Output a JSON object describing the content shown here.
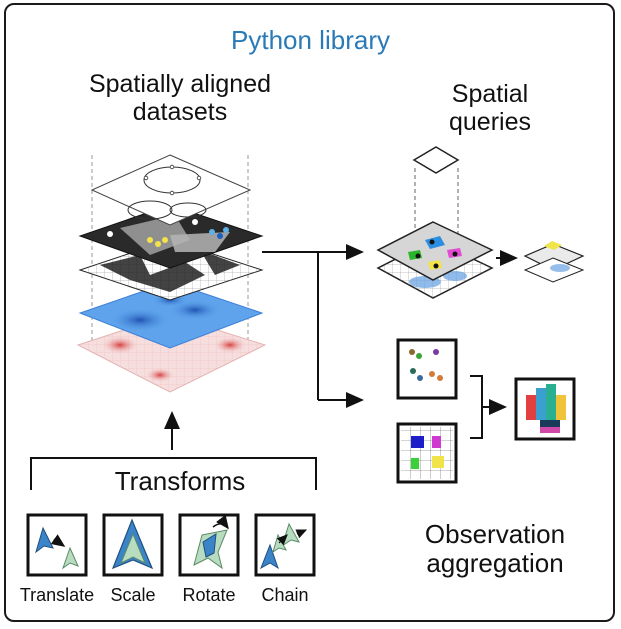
{
  "header": {
    "title": "Python library"
  },
  "datasets": {
    "label": "Spatially aligned datasets"
  },
  "queries": {
    "label": "Spatial queries"
  },
  "aggregation": {
    "label": "Observation aggregation"
  },
  "transforms": {
    "label": "Transforms",
    "items": [
      {
        "label": "Translate"
      },
      {
        "label": "Scale"
      },
      {
        "label": "Rotate"
      },
      {
        "label": "Chain"
      }
    ]
  },
  "colors": {
    "title_blue": "#2a7ab8",
    "image_blue": "#3d7fd6",
    "heat_red": "#e07070",
    "arrow_blue": "#3b84c8",
    "arrow_green": "#b8dcc0"
  }
}
